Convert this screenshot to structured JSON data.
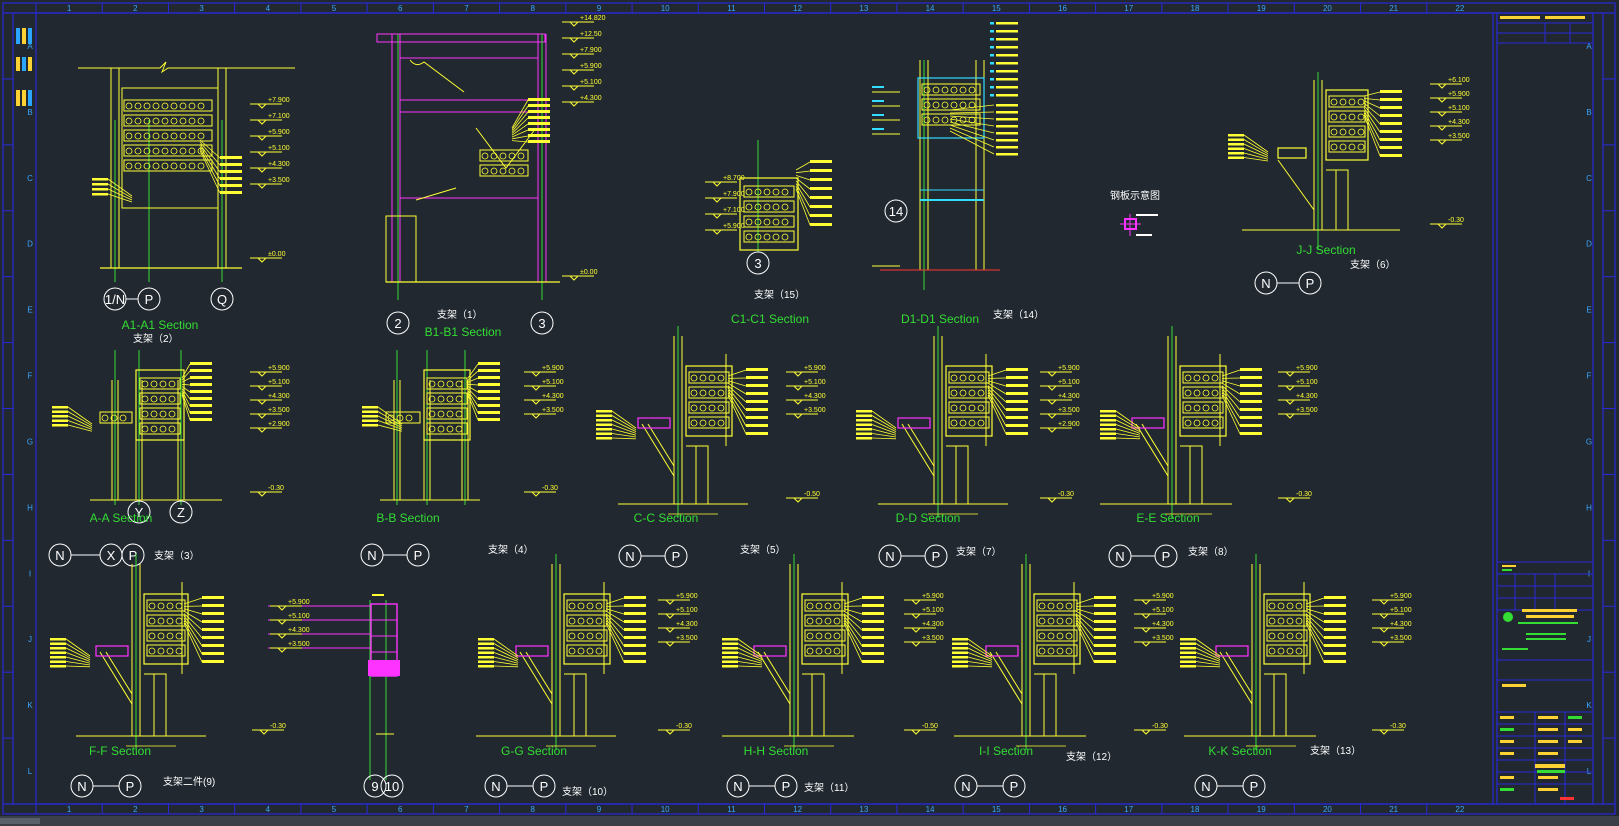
{
  "colors": {
    "background": "#212830",
    "frame": "#2a2ad8",
    "structure": "#ffff33",
    "axis": "#33dd33",
    "label_green": "#33dd33",
    "text_white": "#ffffff",
    "magenta": "#ff33ff",
    "cyan": "#33ddff"
  },
  "column_grid": [
    "1",
    "2",
    "3",
    "4",
    "5",
    "6",
    "7",
    "8",
    "9",
    "10",
    "11",
    "12",
    "13",
    "14",
    "15",
    "16",
    "17",
    "18",
    "19",
    "20",
    "21",
    "22"
  ],
  "row_grid": [
    "A",
    "B",
    "C",
    "D",
    "E",
    "F",
    "G",
    "H",
    "I",
    "J",
    "K",
    "L"
  ],
  "section_titles": [
    {
      "id": "a1",
      "text": "A1-A1 Section"
    },
    {
      "id": "b1",
      "text": "B1-B1 Section"
    },
    {
      "id": "c1",
      "text": "C1-C1 Section"
    },
    {
      "id": "d1",
      "text": "D1-D1 Section"
    },
    {
      "id": "jj",
      "text": "J-J Section"
    },
    {
      "id": "aa",
      "text": "A-A Section"
    },
    {
      "id": "bb",
      "text": "B-B Section"
    },
    {
      "id": "cc",
      "text": "C-C Section"
    },
    {
      "id": "dd",
      "text": "D-D Section"
    },
    {
      "id": "ee",
      "text": "E-E Section"
    },
    {
      "id": "ff",
      "text": "F-F Section"
    },
    {
      "id": "gg",
      "text": "G-G Section"
    },
    {
      "id": "hh",
      "text": "H-H Section"
    },
    {
      "id": "ii",
      "text": "I-I Section"
    },
    {
      "id": "kk",
      "text": "K-K Section"
    }
  ],
  "support_labels": [
    {
      "id": "s2",
      "text": "支架（2）"
    },
    {
      "id": "s1",
      "text": "支架（1）"
    },
    {
      "id": "s15",
      "text": "支架（15）"
    },
    {
      "id": "s14",
      "text": "支架（14）"
    },
    {
      "id": "s6",
      "text": "支架（6）"
    },
    {
      "id": "s3",
      "text": "支架（3）"
    },
    {
      "id": "s4",
      "text": "支架（4）"
    },
    {
      "id": "s5",
      "text": "支架（5）"
    },
    {
      "id": "s7",
      "text": "支架（7）"
    },
    {
      "id": "s8",
      "text": "支架（8）"
    },
    {
      "id": "s9",
      "text": "支架二件(9)"
    },
    {
      "id": "s10",
      "text": "支架（10）"
    },
    {
      "id": "s11",
      "text": "支架（11）"
    },
    {
      "id": "s12",
      "text": "支架（12）"
    },
    {
      "id": "s13",
      "text": "支架（13）"
    }
  ],
  "note_title": "钢板示意图",
  "axis_bubbles": [
    {
      "id": "a1-1n",
      "text": "1/N"
    },
    {
      "id": "a1-p",
      "text": "P"
    },
    {
      "id": "a1-q",
      "text": "Q"
    },
    {
      "id": "b1-2",
      "text": "2"
    },
    {
      "id": "b1-3",
      "text": "3"
    },
    {
      "id": "c1-3",
      "text": "3"
    },
    {
      "id": "d1-14",
      "text": "14"
    },
    {
      "id": "jj-n",
      "text": "N"
    },
    {
      "id": "jj-p",
      "text": "P"
    },
    {
      "id": "aa-y",
      "text": "Y"
    },
    {
      "id": "aa-z",
      "text": "Z"
    },
    {
      "id": "aa-n",
      "text": "N"
    },
    {
      "id": "aa-x",
      "text": "X"
    },
    {
      "id": "aa-p",
      "text": "P"
    },
    {
      "id": "bb-n",
      "text": "N"
    },
    {
      "id": "bb-p",
      "text": "P"
    },
    {
      "id": "cc-n",
      "text": "N"
    },
    {
      "id": "cc-p",
      "text": "P"
    },
    {
      "id": "dd-n",
      "text": "N"
    },
    {
      "id": "dd-p",
      "text": "P"
    },
    {
      "id": "ee-n",
      "text": "N"
    },
    {
      "id": "ee-p",
      "text": "P"
    },
    {
      "id": "ff-n",
      "text": "N"
    },
    {
      "id": "ff-p",
      "text": "P"
    },
    {
      "id": "m-9",
      "text": "9"
    },
    {
      "id": "m-10",
      "text": "10"
    },
    {
      "id": "gg-n",
      "text": "N"
    },
    {
      "id": "gg-p",
      "text": "P"
    },
    {
      "id": "hh-n",
      "text": "N"
    },
    {
      "id": "hh-p",
      "text": "P"
    },
    {
      "id": "ii-n",
      "text": "N"
    },
    {
      "id": "ii-p",
      "text": "P"
    },
    {
      "id": "kk-n",
      "text": "N"
    },
    {
      "id": "kk-p",
      "text": "P"
    }
  ],
  "elevations": {
    "a1": [
      "+7.900",
      "+7.100",
      "+5.900",
      "+5.100",
      "+4.300",
      "+3.500",
      "±0.00"
    ],
    "b1": [
      "+14.820",
      "+12.50",
      "+7.900",
      "+5.900",
      "+5.100",
      "+4.300",
      "±0.00"
    ],
    "c1": [
      "+8.700",
      "+7.900",
      "+7.100",
      "+5.900"
    ],
    "jj": [
      "+6.100",
      "+5.900",
      "+5.100",
      "+4.300",
      "+3.500",
      "-0.30"
    ],
    "aa": [
      "+5.900",
      "+5.100",
      "+4.300",
      "+3.500",
      "+2.900",
      "-0.30"
    ],
    "bb": [
      "+5.900",
      "+5.100",
      "+4.300",
      "+3.500",
      "-0.30"
    ],
    "cc": [
      "+5.900",
      "+5.100",
      "+4.300",
      "+3.500",
      "-0.50"
    ],
    "dd": [
      "+5.900",
      "+5.100",
      "+4.300",
      "+3.500",
      "+2.900",
      "-0.30"
    ],
    "ee": [
      "+5.900",
      "+5.100",
      "+4.300",
      "+3.500",
      "-0.30"
    ],
    "ff": [
      "-0.30"
    ],
    "mid": [
      "+5.900",
      "+5.100",
      "+4.300",
      "+3.500"
    ],
    "gg": [
      "+5.900",
      "+5.100",
      "+4.300",
      "+3.500",
      "-0.30"
    ],
    "hh": [
      "+5.900",
      "+5.100",
      "+4.300",
      "+3.500",
      "-0.50"
    ],
    "ii": [
      "+5.900",
      "+5.100",
      "+4.300",
      "+3.500",
      "-0.30"
    ],
    "kk": [
      "+5.900",
      "+5.100",
      "+4.300",
      "+3.500",
      "-0.30"
    ]
  }
}
